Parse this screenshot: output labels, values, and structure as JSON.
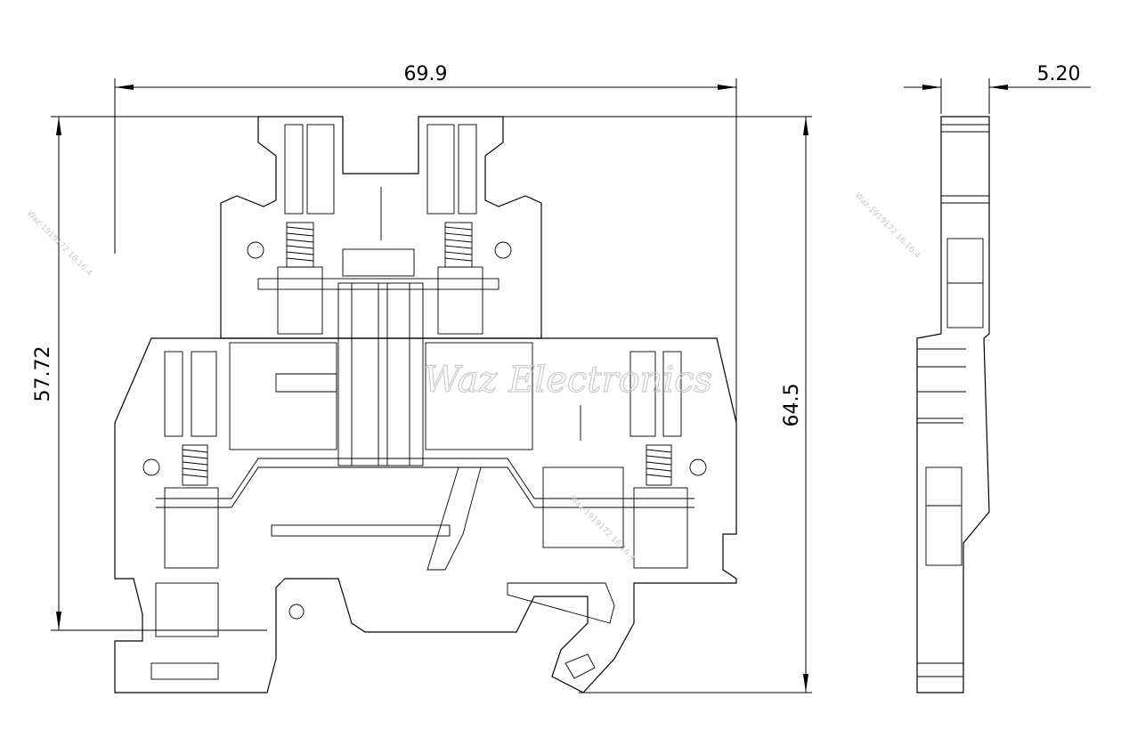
{
  "dimensions": {
    "overall_width": "69.9",
    "side_thickness": "5.20",
    "overall_height": "64.5",
    "lower_height": "57.72"
  },
  "watermark": {
    "brand": "Waz Electronics",
    "stamp": "Waz-1919172 16.16.4"
  }
}
